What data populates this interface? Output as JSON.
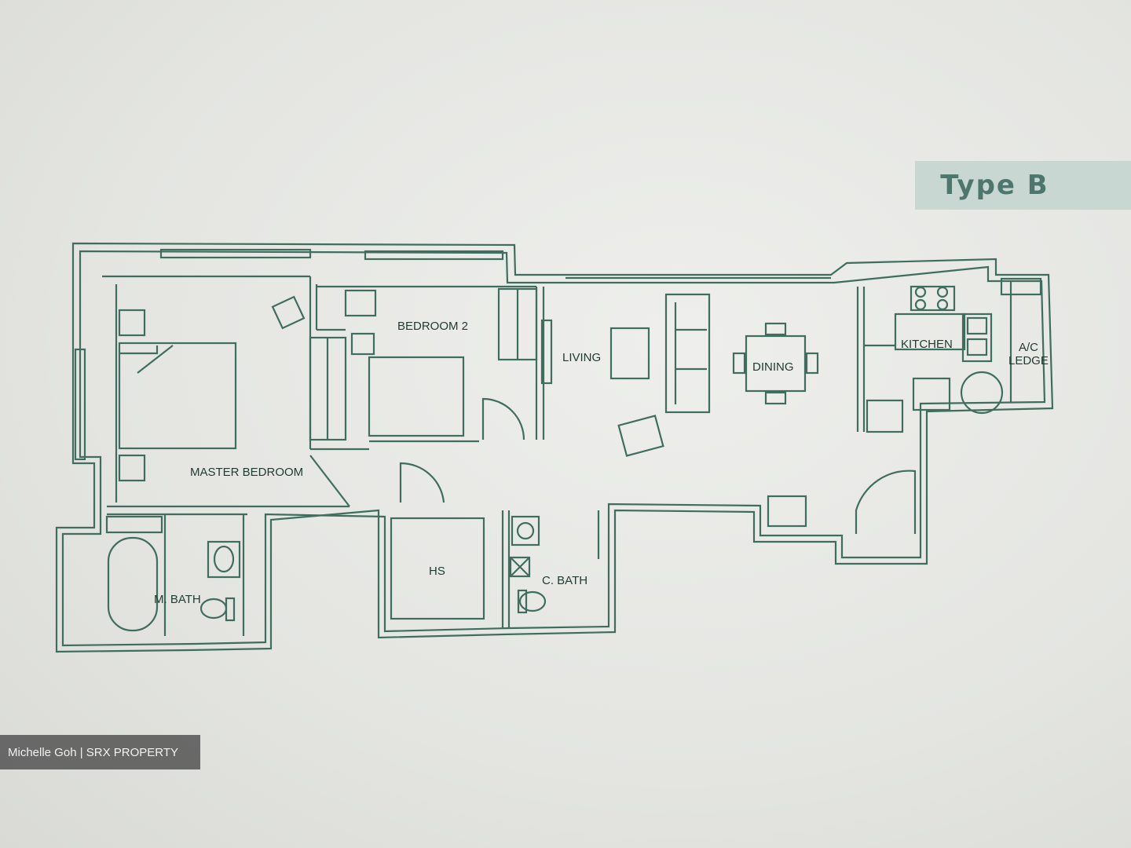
{
  "title": "Type B",
  "colors": {
    "line": "#3f6e60",
    "badge_bg": "#c9d7d2",
    "badge_text": "#4d776c",
    "paper": "#e6e7e3"
  },
  "rooms": {
    "bedroom2": "BEDROOM 2",
    "master_bedroom": "MASTER BEDROOM",
    "living": "LIVING",
    "dining": "DINING",
    "kitchen": "KITCHEN",
    "ac_ledge_line1": "A/C",
    "ac_ledge_line2": "LEDGE",
    "m_bath": "M. BATH",
    "hs": "HS",
    "c_bath": "C. BATH"
  },
  "watermark": "Michelle Goh | SRX PROPERTY"
}
